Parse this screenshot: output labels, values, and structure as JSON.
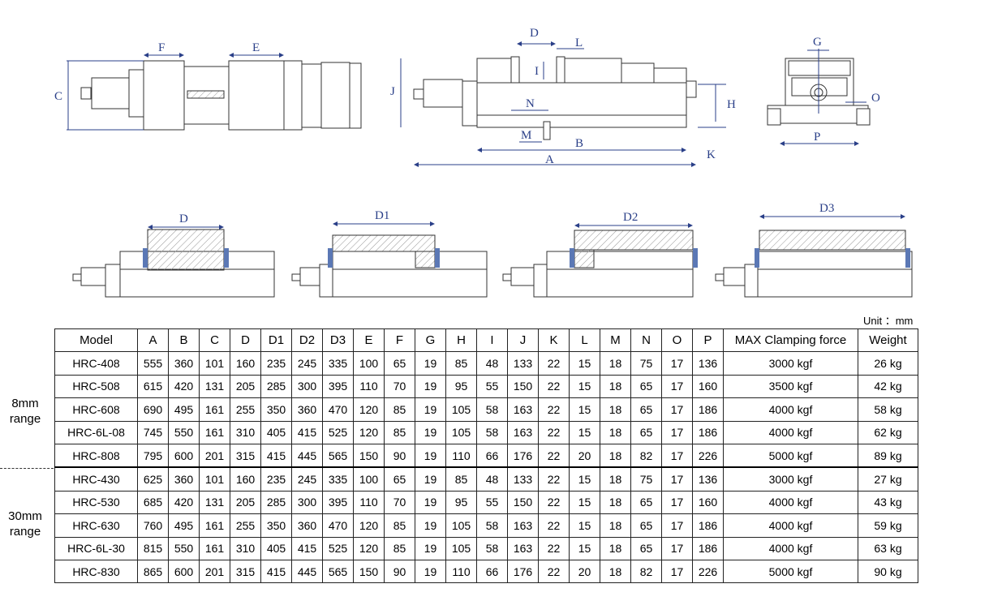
{
  "drawing_labels": {
    "top_view": [
      "F",
      "E",
      "C"
    ],
    "side_view": [
      "D",
      "L",
      "I",
      "J",
      "N",
      "H",
      "M",
      "B",
      "K",
      "A"
    ],
    "end_view": [
      "G",
      "O",
      "P"
    ],
    "jaw_views": [
      "D",
      "D1",
      "D2",
      "D3"
    ]
  },
  "unit_label": "Unit ：mm",
  "ranges": [
    {
      "line1": "8mm",
      "line2": "range"
    },
    {
      "line1": "30mm",
      "line2": "range"
    }
  ],
  "table": {
    "headers": [
      "Model",
      "A",
      "B",
      "C",
      "D",
      "D1",
      "D2",
      "D3",
      "E",
      "F",
      "G",
      "H",
      "I",
      "J",
      "K",
      "L",
      "M",
      "N",
      "O",
      "P",
      "MAX Clamping force",
      "Weight"
    ],
    "rows": [
      [
        "HRC-408",
        "555",
        "360",
        "101",
        "160",
        "235",
        "245",
        "335",
        "100",
        "65",
        "19",
        "85",
        "48",
        "133",
        "22",
        "15",
        "18",
        "75",
        "17",
        "136",
        "3000 kgf",
        "26 kg"
      ],
      [
        "HRC-508",
        "615",
        "420",
        "131",
        "205",
        "285",
        "300",
        "395",
        "110",
        "70",
        "19",
        "95",
        "55",
        "150",
        "22",
        "15",
        "18",
        "65",
        "17",
        "160",
        "3500 kgf",
        "42 kg"
      ],
      [
        "HRC-608",
        "690",
        "495",
        "161",
        "255",
        "350",
        "360",
        "470",
        "120",
        "85",
        "19",
        "105",
        "58",
        "163",
        "22",
        "15",
        "18",
        "65",
        "17",
        "186",
        "4000 kgf",
        "58 kg"
      ],
      [
        "HRC-6L-08",
        "745",
        "550",
        "161",
        "310",
        "405",
        "415",
        "525",
        "120",
        "85",
        "19",
        "105",
        "58",
        "163",
        "22",
        "15",
        "18",
        "65",
        "17",
        "186",
        "4000 kgf",
        "62 kg"
      ],
      [
        "HRC-808",
        "795",
        "600",
        "201",
        "315",
        "415",
        "445",
        "565",
        "150",
        "90",
        "19",
        "110",
        "66",
        "176",
        "22",
        "20",
        "18",
        "82",
        "17",
        "226",
        "5000 kgf",
        "89 kg"
      ],
      [
        "HRC-430",
        "625",
        "360",
        "101",
        "160",
        "235",
        "245",
        "335",
        "100",
        "65",
        "19",
        "85",
        "48",
        "133",
        "22",
        "15",
        "18",
        "75",
        "17",
        "136",
        "3000 kgf",
        "27 kg"
      ],
      [
        "HRC-530",
        "685",
        "420",
        "131",
        "205",
        "285",
        "300",
        "395",
        "110",
        "70",
        "19",
        "95",
        "55",
        "150",
        "22",
        "15",
        "18",
        "65",
        "17",
        "160",
        "4000 kgf",
        "43 kg"
      ],
      [
        "HRC-630",
        "760",
        "495",
        "161",
        "255",
        "350",
        "360",
        "470",
        "120",
        "85",
        "19",
        "105",
        "58",
        "163",
        "22",
        "15",
        "18",
        "65",
        "17",
        "186",
        "4000 kgf",
        "59 kg"
      ],
      [
        "HRC-6L-30",
        "815",
        "550",
        "161",
        "310",
        "405",
        "415",
        "525",
        "120",
        "85",
        "19",
        "105",
        "58",
        "163",
        "22",
        "15",
        "18",
        "65",
        "17",
        "186",
        "4000 kgf",
        "63 kg"
      ],
      [
        "HRC-830",
        "865",
        "600",
        "201",
        "315",
        "415",
        "445",
        "565",
        "150",
        "90",
        "19",
        "110",
        "66",
        "176",
        "22",
        "20",
        "18",
        "82",
        "17",
        "226",
        "5000 kgf",
        "90 kg"
      ]
    ]
  },
  "colors": {
    "dimension_line": "#2a3f88",
    "jaw_pad": "#5b78b5",
    "border": "#222222"
  }
}
